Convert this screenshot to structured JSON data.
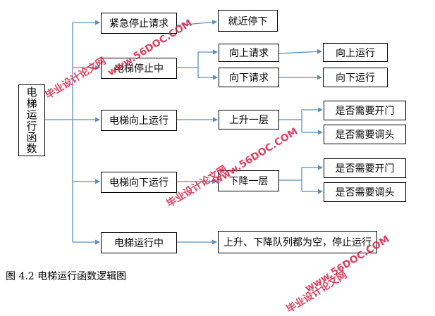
{
  "root": {
    "label": "电梯运行函数"
  },
  "level1": {
    "emergency": "紧急停止请求",
    "stopped": "电梯停止中",
    "going_up": "电梯向上运行",
    "going_down": "电梯向下运行",
    "running": "电梯运行中"
  },
  "level2": {
    "nearest_stop": "就近停下",
    "up_request": "向上请求",
    "down_request": "向下请求",
    "up_one_floor": "上升一层",
    "down_one_floor": "下降一层",
    "queues_empty": "上升、下降队列都为空，停止运行"
  },
  "level3": {
    "run_up": "向上运行",
    "run_down": "向下运行",
    "up_need_open": "是否需要开门",
    "up_need_turn": "是否需要调头",
    "down_need_open": "是否需要开门",
    "down_need_turn": "是否需要调头"
  },
  "caption": "图 4.2 电梯运行函数逻辑图",
  "watermarks": [
    "毕业设计论文网",
    "www.56DOC.COM"
  ],
  "colors": {
    "connector": "#5b8fbd",
    "box_border": "#000000",
    "watermark": "#d9264a"
  }
}
